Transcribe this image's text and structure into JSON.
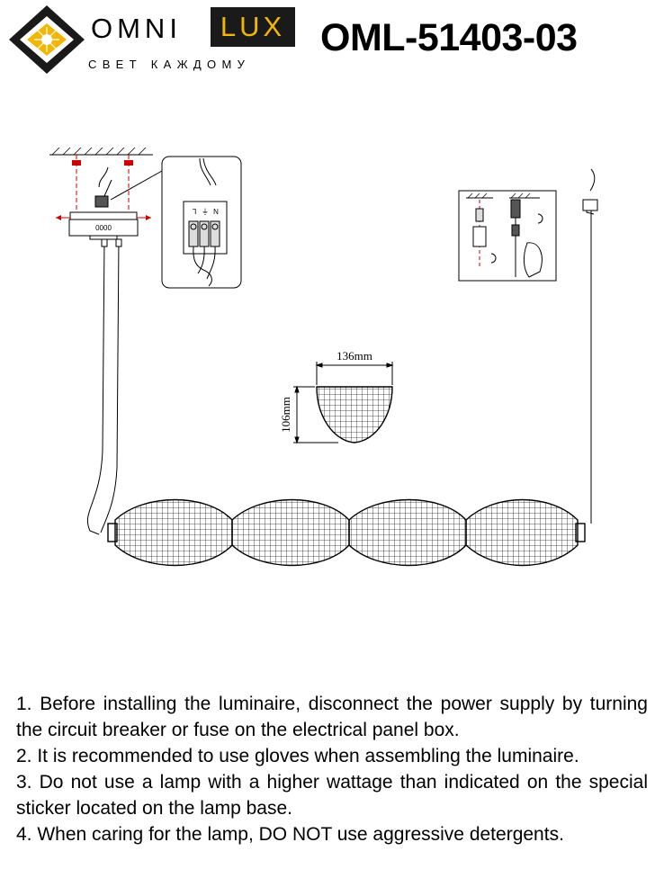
{
  "brand": {
    "name_left": "OMNI",
    "name_right": "LUX",
    "slogan": "СВЕТ КАЖДОМУ",
    "accent_color": "#f2b705",
    "dark_color": "#1a1a1a"
  },
  "model": "OML-51403-03",
  "wiring": {
    "terminals": [
      "L",
      "⏚",
      "N"
    ],
    "canopy_marking": "0000"
  },
  "dimensions": {
    "width_label": "136mm",
    "height_label": "106mm"
  },
  "instructions": [
    "1. Before installing the luminaire, disconnect the power supply by turning the circuit breaker or fuse on the electrical panel box.",
    "2. It is recommended to use gloves when assembling the luminaire.",
    "3. Do not use a lamp with a higher wattage than indicated on the special sticker located on the lamp base.",
    "4. When caring for the lamp, DO NOT use aggressive detergents."
  ]
}
